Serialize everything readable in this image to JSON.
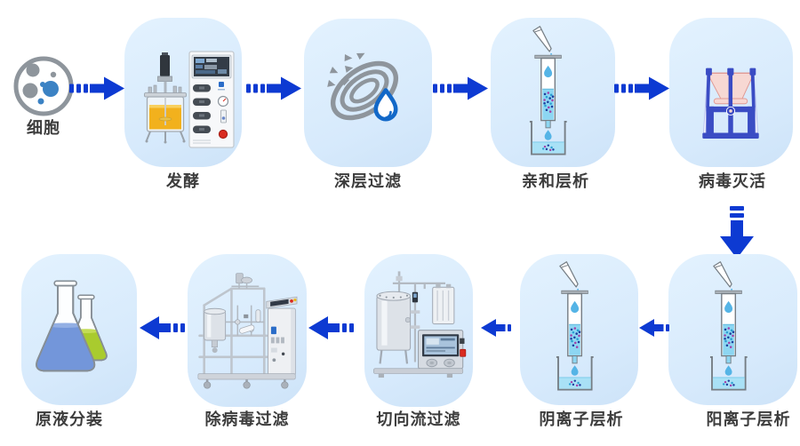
{
  "diagram": {
    "type": "process-flow",
    "row1_direction": "left-to-right",
    "row2_direction": "right-to-left"
  },
  "steps": [
    {
      "id": "cells",
      "label": "细胞",
      "icon": "cells-icon",
      "row": 1
    },
    {
      "id": "fermentation",
      "label": "发酵",
      "icon": "bioreactor-icon",
      "row": 1
    },
    {
      "id": "depth-filtration",
      "label": "深层过滤",
      "icon": "filter-membrane-droplet-icon",
      "row": 1
    },
    {
      "id": "affinity-chromatography",
      "label": "亲和层析",
      "icon": "chromatography-column-icon",
      "row": 1
    },
    {
      "id": "virus-inactivation",
      "label": "病毒灭活",
      "icon": "mixing-bag-stand-icon",
      "row": 1
    },
    {
      "id": "cation-exchange-chromatography",
      "label": "阳离子层析",
      "icon": "chromatography-column-icon",
      "row": 2
    },
    {
      "id": "anion-exchange-chromatography",
      "label": "阴离子层析",
      "icon": "chromatography-column-icon",
      "row": 2
    },
    {
      "id": "tangential-flow-filtration",
      "label": "切向流过滤",
      "icon": "tff-skid-icon",
      "row": 2
    },
    {
      "id": "virus-removal-filtration",
      "label": "除病毒过滤",
      "icon": "filtration-skid-icon",
      "row": 2
    },
    {
      "id": "bulk-filling",
      "label": "原液分装",
      "icon": "flasks-icon",
      "row": 2
    }
  ],
  "colors": {
    "arrow_blue": "#0d3ad2",
    "box_fill": "#d7eafc",
    "box_fill_light": "#e3f2fe",
    "label_text": "#3c3c3c",
    "stand_blue": "#3a4cc4",
    "bag_pink": "#f7d8d3",
    "resin_blue": "#8dd6f2",
    "droplet_blue": "#55b4e6",
    "droplet_outline": "#1268c8",
    "filter_gray": "#8e959c",
    "broth_amber": "#f2b11d",
    "flask_blue": "#7396da",
    "flask_green": "#a9cb2e"
  }
}
